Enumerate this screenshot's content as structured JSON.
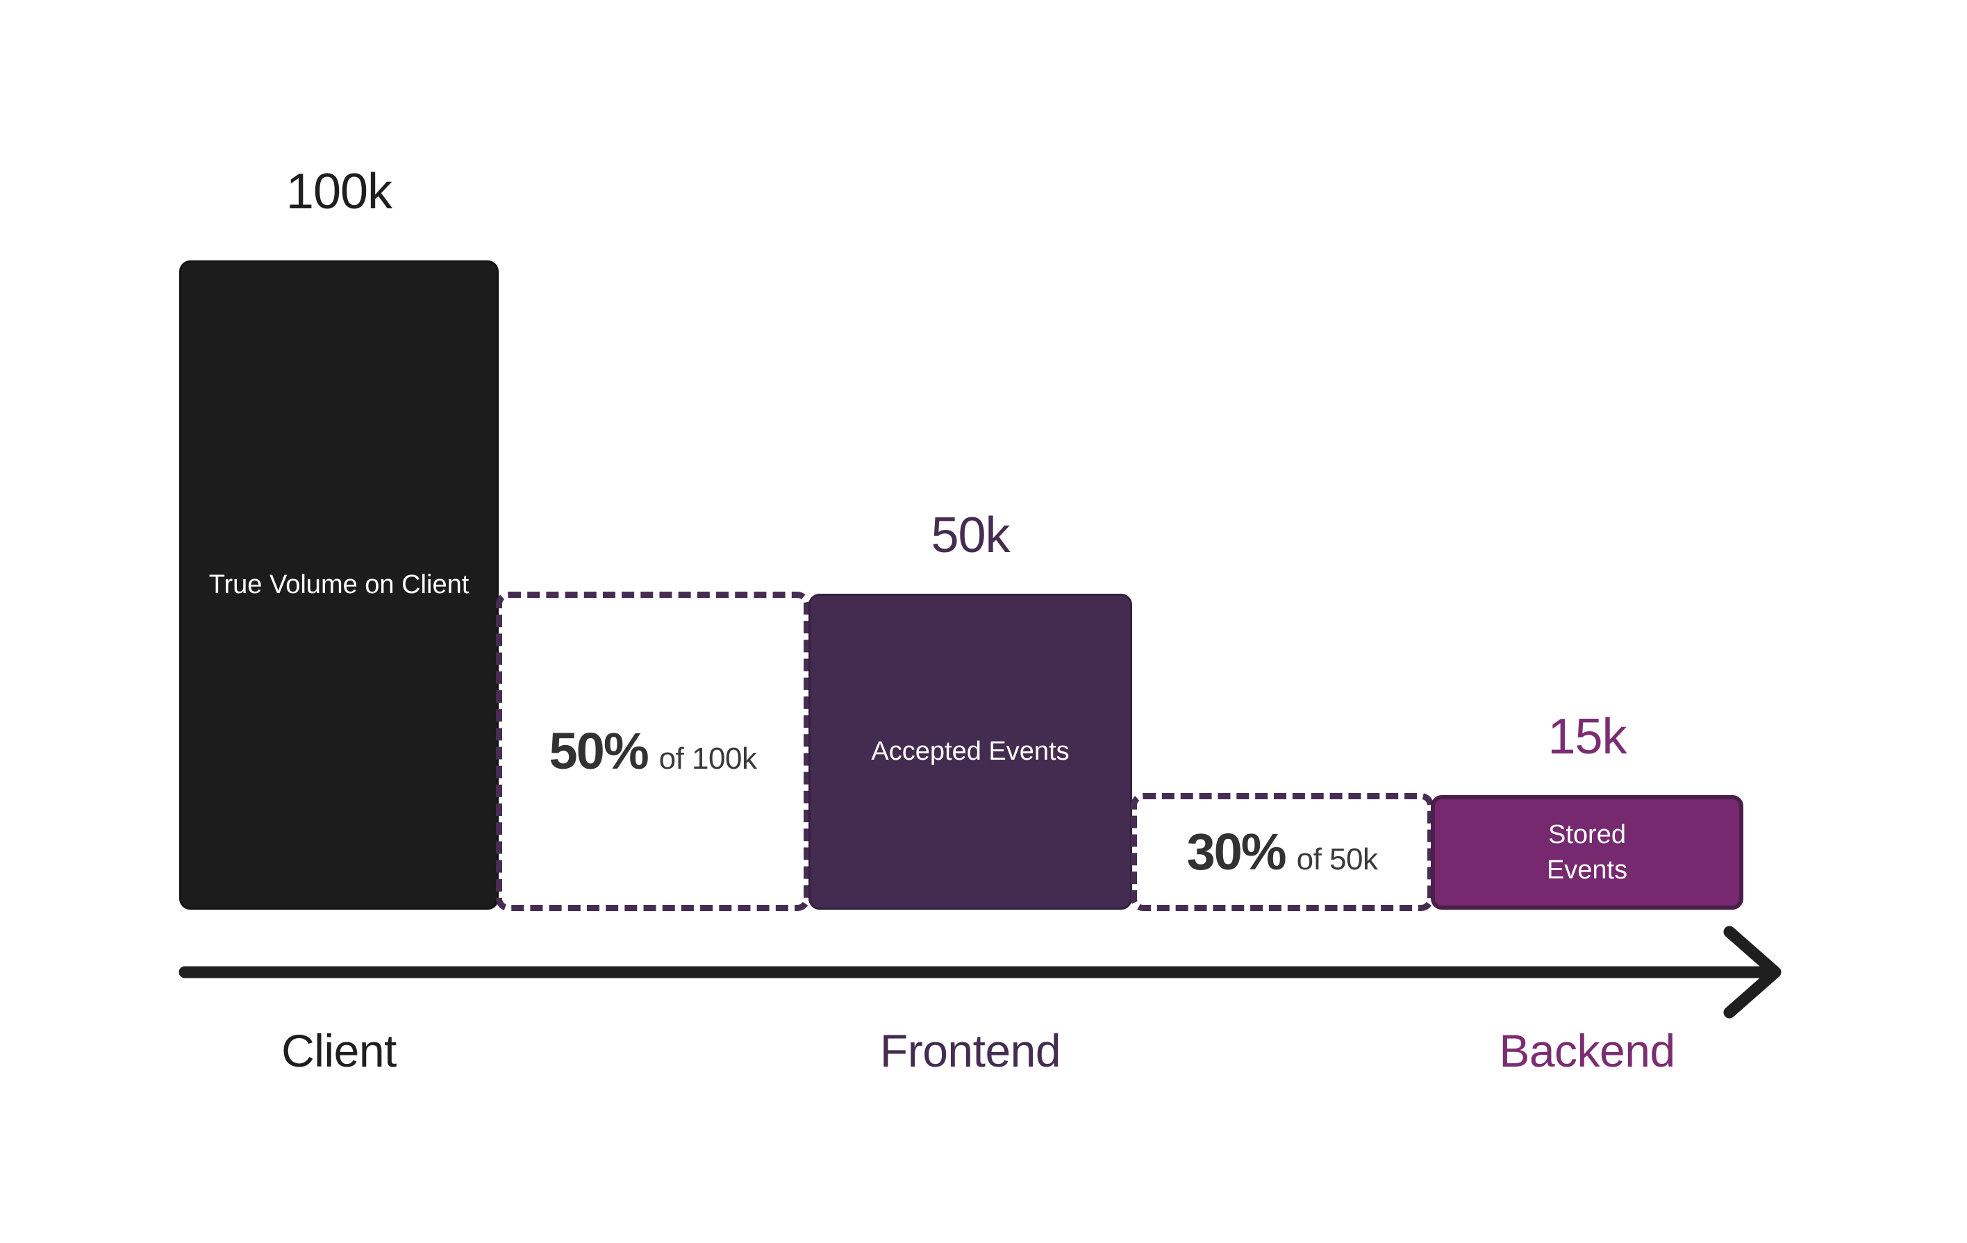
{
  "chart_data": {
    "type": "bar",
    "title": "",
    "subtitle": "",
    "xlabel": "",
    "ylabel": "",
    "categories": [
      "Client",
      "Frontend",
      "Backend"
    ],
    "values": [
      100000,
      50000,
      15000
    ],
    "value_labels": [
      "100k",
      "50k",
      "15k"
    ],
    "bar_labels": [
      "True Volume on Client",
      "Accepted Events",
      "Stored Events"
    ],
    "dropoffs": [
      {
        "percent": "50%",
        "of": "of 100k",
        "from": "100k",
        "to": "50k"
      },
      {
        "percent": "30%",
        "of": "of 50k",
        "from": "50k",
        "to": "15k"
      }
    ],
    "grid": false,
    "legend": "none",
    "axis": "horizontal-arrow",
    "ylim": [
      0,
      100000
    ]
  },
  "bars": [
    {
      "value_label": "100k",
      "inner_label": "True Volume on Client",
      "stage": "Client",
      "fill": "#1c1c1c",
      "text_color": "#ffffff",
      "label_color": "#1f1f1f"
    },
    {
      "value_label": "50k",
      "inner_label": "Accepted Events",
      "stage": "Frontend",
      "fill": "#442c50",
      "text_color": "#ffffff",
      "label_color": "#452d52"
    },
    {
      "value_label": "15k",
      "inner_label": "Stored Events",
      "stage": "Backend",
      "fill": "#76296f",
      "text_color": "#ffffff",
      "label_color": "#7b2d72"
    }
  ],
  "dropoff_boxes": [
    {
      "percent": "50%",
      "of_text": "of 100k"
    },
    {
      "percent": "30%",
      "of_text": "of 50k"
    }
  ],
  "stages": [
    {
      "label": "Client",
      "color": "#1f1f1f"
    },
    {
      "label": "Frontend",
      "color": "#452d52"
    },
    {
      "label": "Backend",
      "color": "#7b2d72"
    }
  ],
  "colors": {
    "background": "#ffffff",
    "client_bar": "#1c1c1c",
    "frontend_bar": "#442c50",
    "backend_bar": "#76296f",
    "dashed_border": "#472c53",
    "axis": "#1f1f1f",
    "percent_text": "#323232"
  }
}
